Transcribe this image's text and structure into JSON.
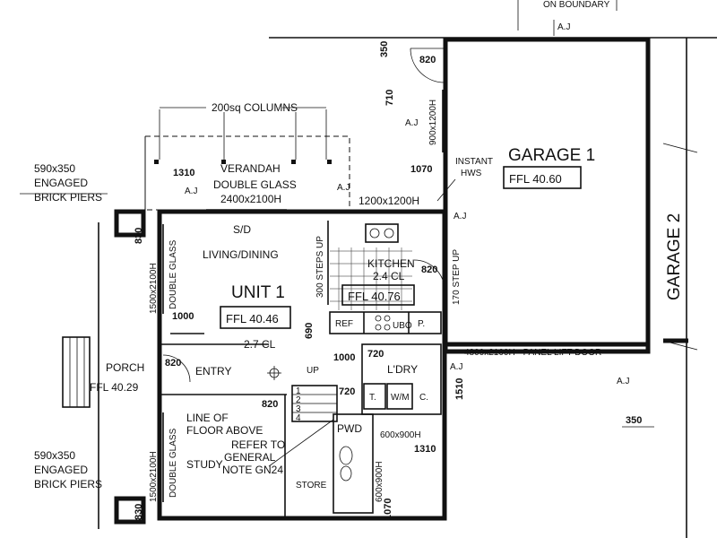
{
  "labels": {
    "on_boundary": "ON BOUNDARY",
    "garage1": "GARAGE 1",
    "garage1_ffl": "FFL 40.60",
    "garage2": "GARAGE 2",
    "instant_hws_line1": "INSTANT",
    "instant_hws_line2": "HWS",
    "columns": "200sq COLUMNS",
    "verandah": "VERANDAH",
    "double_glass_top": "DOUBLE GLASS",
    "door_top_size": "2400x2100H",
    "sd": "S/D",
    "window_1200": "1200x1200H",
    "brick_piers_top_line1": "590x350",
    "brick_piers_top_line2": "ENGAGED",
    "brick_piers_top_line3": "BRICK PIERS",
    "brick_piers_bot_line1": "590x350",
    "brick_piers_bot_line2": "ENGAGED",
    "brick_piers_bot_line3": "BRICK PIERS",
    "living": "LIVING/DINING",
    "double_glass_left": "DOUBLE GLASS",
    "window_1500_top": "1500x2100H",
    "unit": "UNIT 1",
    "unit_ffl": "FFL 40.46",
    "cl_27": "2.7 CL",
    "steps_up_living": "300 STEPS UP",
    "kitchen": "KITCHEN",
    "kitchen_cl": "2.4 CL",
    "kitchen_ffl": "FFL 40.76",
    "step_up_170": "170 STEP UP",
    "ref": "REF",
    "ubo": "UBO",
    "pantry": "P.",
    "entry": "ENTRY",
    "porch": "PORCH",
    "porch_ffl": "FFL 40.29",
    "up": "UP",
    "ldry": "L'DRY",
    "trough": "T.",
    "wm": "W/M",
    "cupboard": "C.",
    "panel_lift": "4800x2100H - PANEL LIFT DOOR",
    "line_floor_line1": "LINE OF",
    "line_floor_line2": "FLOOR ABOVE",
    "refer_line1": "REFER TO",
    "refer_line2": "GENERAL",
    "refer_line3": "NOTE GN24",
    "study": "STUDY",
    "double_glass_study": "DOUBLE GLASS",
    "window_1500_bot": "1500x2100H",
    "pwd": "PWD",
    "store": "STORE",
    "window_600x900": "600x900H",
    "window_600x900_v": "600x900H",
    "window_900x1200": "900x1200H",
    "aj": "A.J"
  },
  "dims": {
    "d350_top": "350",
    "d820_top": "820",
    "d710": "710",
    "d1310_top": "1310",
    "d1070_top": "1070",
    "d830_top": "830",
    "d1000_living": "1000",
    "d690": "690",
    "d820_kitchen": "820",
    "d820_entry": "820",
    "d1000_hall": "1000",
    "d720_ldry": "720",
    "d720_hall": "720",
    "d1510": "1510",
    "d350_right": "350",
    "d820_study": "820",
    "d1310_bot": "1310",
    "d1070_bot": "1070",
    "d830_bot": "830",
    "stair1": "1",
    "stair2": "2",
    "stair3": "3",
    "stair4": "4"
  }
}
